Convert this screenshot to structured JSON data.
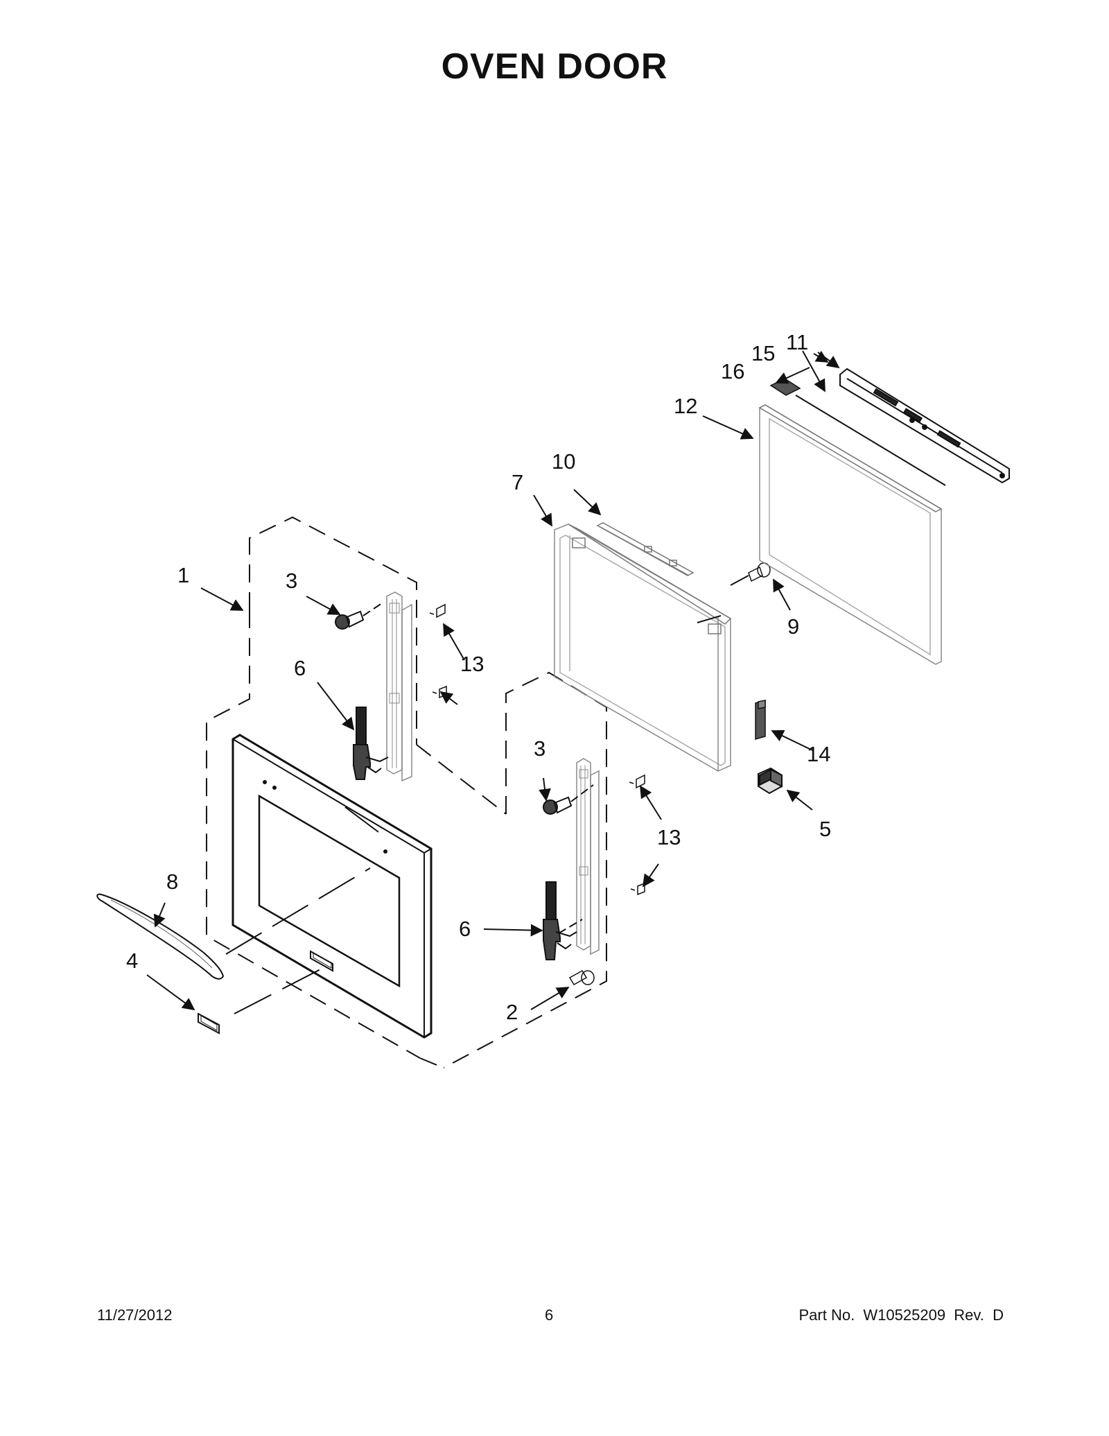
{
  "title": "OVEN DOOR",
  "footer": {
    "date": "11/27/2012",
    "page": "6",
    "part": "Part No.  W10525209  Rev.  D"
  },
  "callouts": [
    "1",
    "2",
    "3",
    "3",
    "4",
    "5",
    "6",
    "6",
    "7",
    "8",
    "9",
    "10",
    "11",
    "12",
    "13",
    "13",
    "14",
    "15",
    "16"
  ],
  "colors": {
    "line": "#111111",
    "light_line": "#888888"
  }
}
